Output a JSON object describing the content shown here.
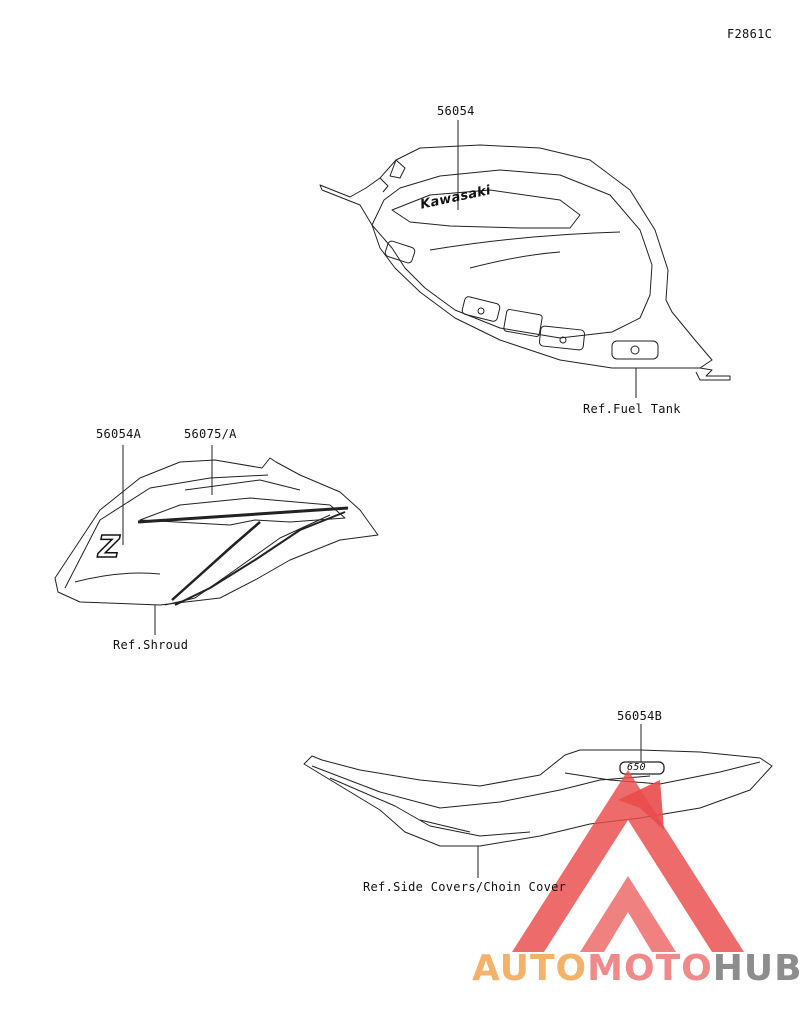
{
  "figure_code": "F2861C",
  "parts": {
    "tank_decal": "56054",
    "shroud_decal_a": "56054A",
    "shroud_stripe": "56075/A",
    "side_cover_decal": "56054B"
  },
  "refs": {
    "fuel_tank": "Ref.Fuel Tank",
    "shroud": "Ref.Shroud",
    "side_covers": "Ref.Side Covers/Choin Cover"
  },
  "decal_texts": {
    "tank_logo": "Kawasaki",
    "shroud_logo": "Z",
    "side_badge": "650"
  },
  "watermark": {
    "part1": "AUTO",
    "part2": "MOTO",
    "part3": "HUB",
    "colors": {
      "auto": "#f2b26a",
      "moto": "#f08a8a",
      "hub": "#8d8d8d",
      "triangle": "#e94b4b"
    }
  }
}
